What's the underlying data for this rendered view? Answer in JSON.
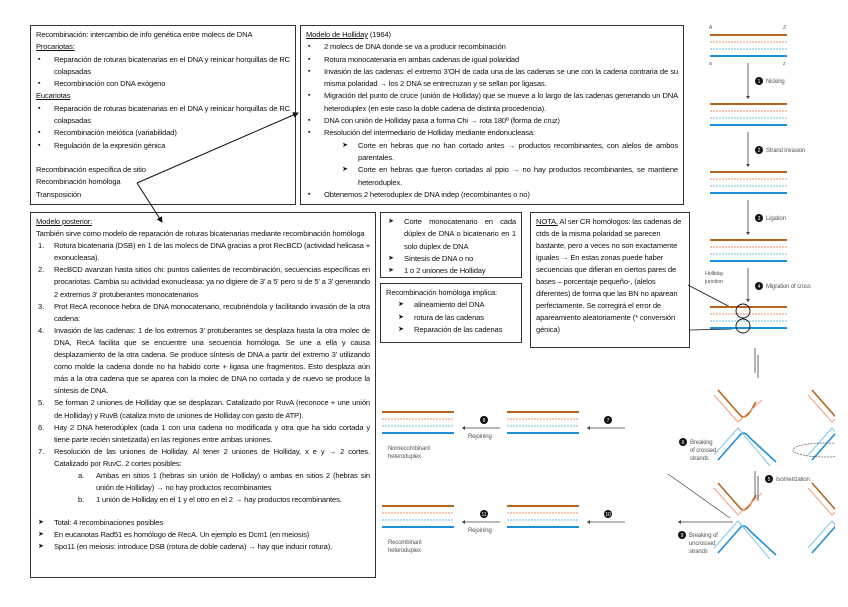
{
  "box_intro": {
    "title": "Recombinación: intercambio de info genética entre molecs de DNA",
    "prok_label": "Procariotas:",
    "prok_items": [
      "Reparación de roturas bicatenarias en el DNA y reinicar horquillas de RC colapsadas",
      "Recombinación con DNA exógeno"
    ],
    "euk_label": "Eucariotas",
    "euk_items": [
      "Reparación de roturas bicatenarias en el DNA y reinicar horquillas de RC colapsadas",
      "Recombinación meiótica (variabilidad)",
      "Regulación de la expresión génica"
    ],
    "types": [
      "Recombinación específica de sitio",
      "Recombinación homóloga",
      "Transposición"
    ]
  },
  "box_holliday": {
    "title": "Modelo de Holliday",
    "year": " (1964)",
    "items": [
      "2 molecs de DNA donde se va a producir recombinación",
      "Rotura monocatenaria en ambas cadenas de igual polaridad",
      "Invasión de las cadenas: el extremo 3'OH de cada una de las cadenas se une con la cadena contraria de su misma polaridad → los 2 DNA se entrecruzan y se sellan por ligasas.",
      "Migración del punto de cruce (unión de Holliday) que se mueve a lo largo de las cadenas generando un DNA heteroduplex (en este caso la doble cadena de distinta procedencia).",
      "DNA con unión de Holliday pasa a forma Chi → rota 180º (forma de cruz)",
      "Resolución del intermediario de Holliday mediante endonucleasa:"
    ],
    "subitems": [
      "Corte en hebras que no han cortado antes → productos recombinantes, con alelos de ambos parentales.",
      "Corte en hebras que fueron cortadas al ppio → no hay productos recombinantes, se mantiene heteroduplex."
    ],
    "last": "Obtenemos 2 heteroduplex de DNA indep (recombinantes o no)"
  },
  "box_posterior": {
    "title": "Modelo posterior:",
    "intro": "También sirve como modelo de reparación de roturas bicatenarias mediante recombinación homóloga",
    "steps": [
      {
        "n": "1.",
        "text": "Rotura bicatenaria (DSB) en 1 de las molecs de DNA gracias a prot RecBCD (actividad helicasa + exonucleasa)."
      },
      {
        "n": "2.",
        "text": "RecBCD avanzan hasta sitios chi: puntos calientes de recombinación, secuencias específicas en procariotas. Cambia su actividad exonucleasa: ya no digiere de 3' a 5' pero si de 5' a 3' generando 2 extremos 3' protuberantes monocatenarios"
      },
      {
        "n": "3.",
        "text": "Prot RecA reconoce hebra de DNA monocatenario, recubriéndola y facilitando invasión de la otra cadena:"
      },
      {
        "n": "4.",
        "text": "Invasión de las cadenas: 1 de los extremos 3' protuberantes se desplaza hasta la otra molec de DNA, RecA facilita que se encuentre una secuencia homóloga. Se une a ella y causa desplazamiento de la otra cadena. Se produce síntesis de DNA a partir del extremo 3' utilizando como molde la cadena donde no ha habido corte + ligasa une fragmentos. Esto desplaza aún más a la otra cadena que se aparea con la molec de DNA no cortada y de nuevo se produce la síntesis de DNA."
      },
      {
        "n": "5.",
        "text": "Se forman 2 uniones de Holliday que se desplazan. Catalizado por RuvA (reconoce + une unión de Holliday) y RuvB (cataliza mvto de uniones de Holliday con gasto de ATP)."
      },
      {
        "n": "6.",
        "text": "Hay 2 DNA heterodúplex (cada 1 con una cadena no modificada y otra que ha sido cortada y tiene parte recién sintetizada) en las regiones entre ambas uniones."
      },
      {
        "n": "7.",
        "text": "Resolución de las uniones de Holliday. Al tener 2 uniones de Holliday, x e y → 2 cortes. Catalizado por RuvC. 2 cortes posibles:"
      }
    ],
    "substeps": [
      {
        "n": "a.",
        "text": "Ambas en sitios 1 (hebras sin unión de Holliday) o ambas en sitios 2 (hebras sin unión de Holliday) → no hay productos recombinantes"
      },
      {
        "n": "b.",
        "text": "1 unión de Holliday en el 1 y el otro en el 2 → hay productos recombinantes."
      }
    ],
    "notes": [
      "Total: 4 recombinaciones posibles",
      "En eucariotas Rad51 es homólogo de RecA. Un ejemplo es Dcm1 (en meiosis)",
      "Spo11 (en meiosis: introduce DSB (rotura de doble cadena) → hay que inducir rotura)."
    ]
  },
  "box_diff": {
    "items": [
      "Corte monocatenario en cada dúplex de DNA o bicatenario en 1 solo dúplex de DNA",
      "Síntesis de DNA o no",
      "1 o 2 uniones de Holliday"
    ]
  },
  "box_implica": {
    "title": "Recombinación homóloga implica:",
    "items": [
      "alineamiento del DNA",
      "rotura de las cadenas",
      "Reparación de las cadenas"
    ]
  },
  "box_nota": {
    "label": "NOTA.",
    "text": " Al ser CR homólogos: las cadenas de ctds de la misma polaridad se parecen bastante, pero a veces no son exactamente iguales → En estas zonas puede haber secuencias que difieran en ciertos pares de bases – porcentaje pequeño-, (alelos diferentes) de forma que las BN no aparean perfectamente. Se corregirá el error de apareamiento aleatoriamente (* conversión génica)"
  },
  "figure_right": {
    "ends": [
      "A",
      "Z",
      "a",
      "z"
    ],
    "steps": [
      "1",
      "2",
      "3",
      "4"
    ],
    "labels": [
      "Nicking",
      "Strand invasion",
      "Ligation",
      "Migration of cross"
    ],
    "junction": "Holliday junction"
  },
  "figure_bottom": {
    "steps": [
      "5",
      "6",
      "7",
      "8",
      "9",
      "10",
      "11"
    ],
    "labels": {
      "isomerization": "Isomerization",
      "crossed": "Breaking of crossed strands",
      "uncrossed": "Breaking of uncrossed strands",
      "rejoin1": "Rejoining",
      "rejoin2": "Rejoining",
      "nonrec": "Nonrecombinant heteroduplex",
      "rec": "Recombinant heteroduplex"
    }
  },
  "colors": {
    "brown": "#b5651d",
    "salmon": "#f4a582",
    "light_blue": "#86c9ee",
    "blue": "#1d8fd8"
  }
}
